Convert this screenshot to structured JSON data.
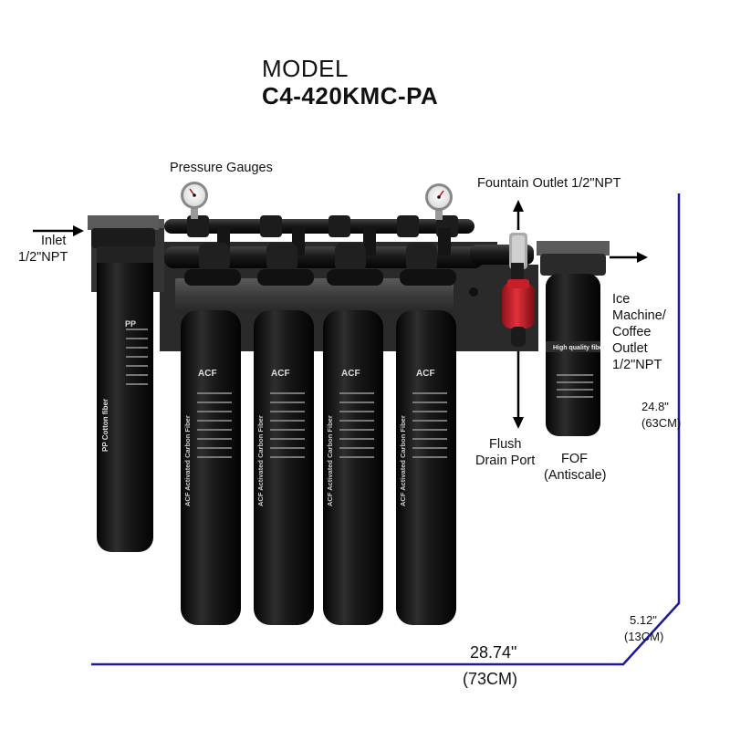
{
  "title": {
    "line1": "MODEL",
    "line2": "C4-420KMC-PA"
  },
  "labels": {
    "pressure_gauges": "Pressure Gauges",
    "inlet_1": "Inlet",
    "inlet_2": "1/2\"NPT",
    "fountain_outlet": "Fountain Outlet 1/2\"NPT",
    "ice_1": "Ice",
    "ice_2": "Machine/",
    "ice_3": "Coffee",
    "ice_4": "Outlet",
    "ice_5": "1/2\"NPT",
    "flush_1": "Flush",
    "flush_2": "Drain Port",
    "fof_1": "FOF",
    "fof_2": "(Antiscale)"
  },
  "dimensions": {
    "height_in": "24.8\"",
    "height_cm": "(63CM)",
    "depth_in": "5.12\"",
    "depth_cm": "(13CM)",
    "width_in": "28.74\"",
    "width_cm": "(73CM)"
  },
  "filters": {
    "pp_label": "PP",
    "pp_side": "PP Cotton fiber",
    "acf_label": "ACF",
    "acf_side": "ACF Activated Carbon Fiber",
    "fof_band": "High quality fiber"
  },
  "colors": {
    "body": "#161616",
    "bracket": "#3a3a3a",
    "dimension_line": "#1a1a9c",
    "drain_valve": "#d0202a"
  }
}
